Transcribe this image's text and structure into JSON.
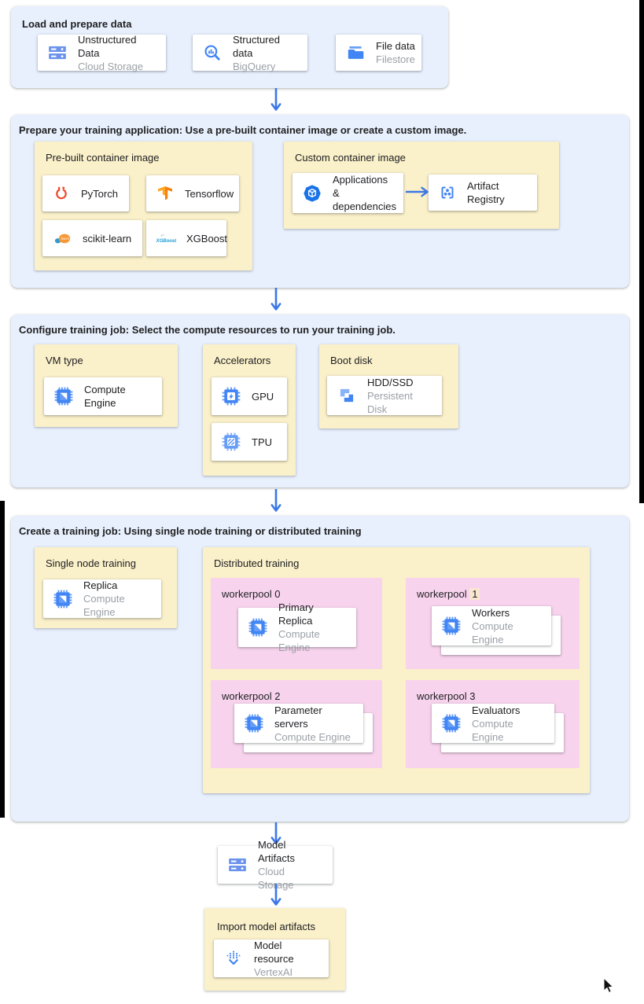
{
  "colors": {
    "accent": "#3B78E7",
    "section_bg": "#E8F0FE",
    "yellow_box": "#FAF0C9",
    "pink_box": "#F8D3ED",
    "num_highlight": "#FAE6D0",
    "secondary_text": "#9AA0A6"
  },
  "s1": {
    "title": "Load and prepare data",
    "cards": [
      {
        "title": "Unstructured Data",
        "subtitle": "Cloud Storage",
        "icon": "cloud-storage-icon"
      },
      {
        "title": "Structured data",
        "subtitle": "BigQuery",
        "icon": "bigquery-icon"
      },
      {
        "title": "File data",
        "subtitle": "Filestore",
        "icon": "filestore-icon"
      }
    ]
  },
  "s2": {
    "title": "Prepare your training application: Use a pre-built container image or create a custom image.",
    "prebuilt": {
      "title": "Pre-built container image",
      "cards": [
        {
          "label": "PyTorch",
          "icon": "pytorch-icon"
        },
        {
          "label": "Tensorflow",
          "icon": "tensorflow-icon"
        },
        {
          "label": "scikit-learn",
          "icon": "scikit-learn-icon"
        },
        {
          "label": "XGBoost",
          "icon": "xgboost-icon"
        }
      ]
    },
    "custom": {
      "title": "Custom container image",
      "app_card": {
        "title": "Applications & dependencies",
        "icon": "applications-icon"
      },
      "registry_card": {
        "label": "Artifact Registry",
        "icon": "artifact-registry-icon"
      }
    }
  },
  "s3": {
    "title": "Configure training job: Select the compute resources to run your training job.",
    "vm": {
      "title": "VM type",
      "card": {
        "label": "Compute Engine",
        "icon": "compute-engine-icon"
      }
    },
    "accelerators": {
      "title": "Accelerators",
      "cards": [
        {
          "label": "GPU",
          "icon": "gpu-icon"
        },
        {
          "label": "TPU",
          "icon": "tpu-icon"
        }
      ]
    },
    "boot": {
      "title": "Boot disk",
      "card": {
        "title": "HDD/SSD",
        "subtitle": "Persistent Disk",
        "icon": "persistent-disk-icon"
      }
    }
  },
  "s4": {
    "title": "Create a training job: Using single node training or distributed training",
    "single": {
      "title": "Single node training",
      "card": {
        "title": "Replica",
        "subtitle": "Compute Engine",
        "icon": "compute-engine-icon"
      }
    },
    "distributed": {
      "title": "Distributed training",
      "pools": [
        {
          "label": "workerpool 0",
          "card": {
            "title": "Primary Replica",
            "subtitle": "Compute Engine",
            "icon": "compute-engine-icon"
          }
        },
        {
          "label_prefix": "workerpool",
          "label_num": "1",
          "card": {
            "title": "Workers",
            "subtitle": "Compute Engine",
            "icon": "compute-engine-icon"
          }
        },
        {
          "label": "workerpool 2",
          "card": {
            "title": "Parameter servers",
            "subtitle": "Compute Engine",
            "icon": "compute-engine-icon"
          }
        },
        {
          "label": "workerpool 3",
          "card": {
            "title": "Evaluators",
            "subtitle": "Compute Engine",
            "icon": "compute-engine-icon"
          }
        }
      ]
    }
  },
  "model_artifacts": {
    "title": "Model Artifacts",
    "subtitle": "Cloud Storage",
    "icon": "cloud-storage-icon"
  },
  "import_box": {
    "title": "Import model artifacts",
    "card": {
      "title": "Model resource",
      "subtitle": "VertexAI",
      "icon": "vertex-ai-icon"
    }
  }
}
